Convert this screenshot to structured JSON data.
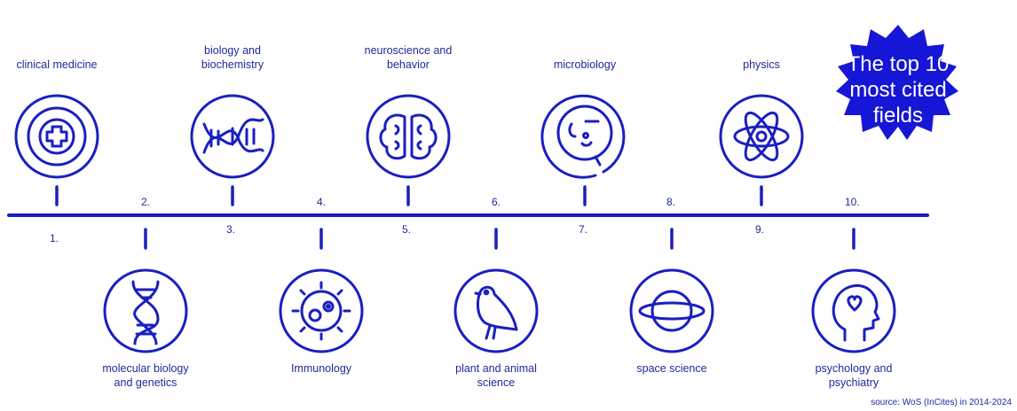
{
  "title": "The top 10\nmost cited\nfields",
  "source": "source: WoS (InCites) in 2014-2024",
  "colors": {
    "primary": "#1a1fc0",
    "badge": "#1616d6",
    "text": "#1e2a9a"
  },
  "fields": [
    {
      "rank": "1.",
      "label": "clinical medicine",
      "icon": "medical-cross-icon"
    },
    {
      "rank": "2.",
      "label": "molecular biology\nand genetics",
      "icon": "dna-helix-icon"
    },
    {
      "rank": "3.",
      "label": "biology and\nbiochemistry",
      "icon": "double-helix-icon"
    },
    {
      "rank": "4.",
      "label": "Immunology",
      "icon": "virus-cell-icon"
    },
    {
      "rank": "5.",
      "label": "neuroscience and\nbehavior",
      "icon": "brain-icon"
    },
    {
      "rank": "6.",
      "label": "plant and animal\nscience",
      "icon": "bird-icon"
    },
    {
      "rank": "7.",
      "label": "microbiology",
      "icon": "petri-dish-icon"
    },
    {
      "rank": "8.",
      "label": "space science",
      "icon": "planet-icon"
    },
    {
      "rank": "9.",
      "label": "physics",
      "icon": "atom-icon"
    },
    {
      "rank": "10.",
      "label": "psychology and\npsychiatry",
      "icon": "head-heart-icon"
    }
  ]
}
